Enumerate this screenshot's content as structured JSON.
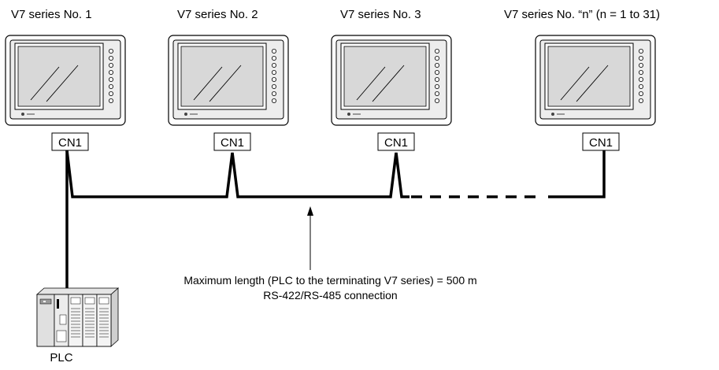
{
  "terminals": [
    {
      "title": "V7 series No. 1",
      "port": "CN1"
    },
    {
      "title": "V7 series No. 2",
      "port": "CN1"
    },
    {
      "title": "V7 series No. 3",
      "port": "CN1"
    },
    {
      "title": "V7 series No. “n” (n = 1 to 31)",
      "port": "CN1"
    }
  ],
  "annotation": {
    "line1": "Maximum length (PLC to the terminating V7 series) = 500 m",
    "line2": "RS-422/RS-485 connection"
  },
  "plc": {
    "label": "PLC"
  }
}
